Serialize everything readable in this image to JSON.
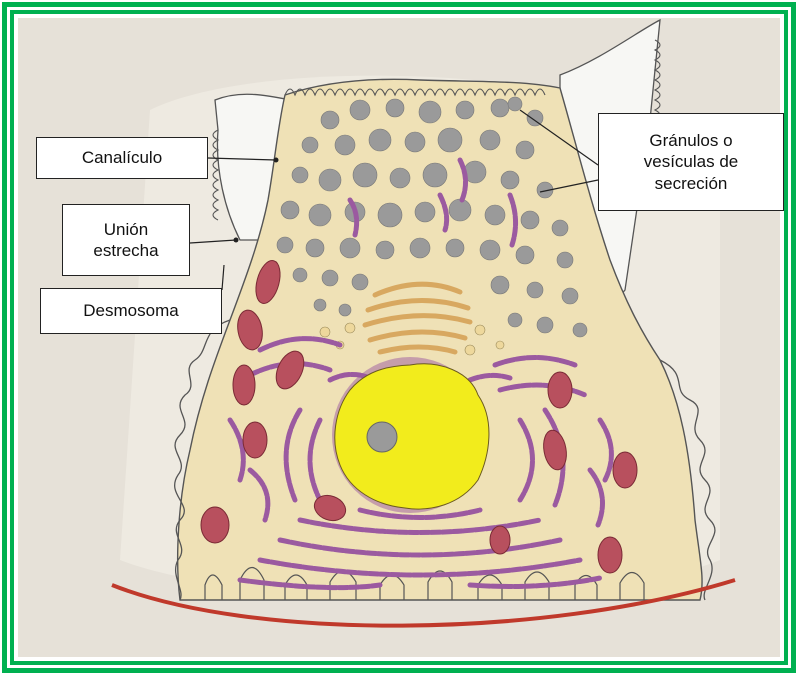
{
  "labels": {
    "canaliculo": "Canalículo",
    "union_estrecha": "Unión\nestrecha",
    "desmosoma": "Desmosoma",
    "granulos": "Gránulos o\nvesículas de\nsecreción"
  },
  "colors": {
    "frame": "#00b050",
    "paper": "#e6e1d8",
    "cytoplasm": "#efe1b6",
    "granule": "#9a9a9a",
    "rer": "#9b5aa0",
    "mitochondria": "#b8505e",
    "golgi": "#d8a860",
    "nucleus": "#f2ec1c",
    "basement_membrane": "#c0392b",
    "canaliculus": "#f5f5f2"
  }
}
